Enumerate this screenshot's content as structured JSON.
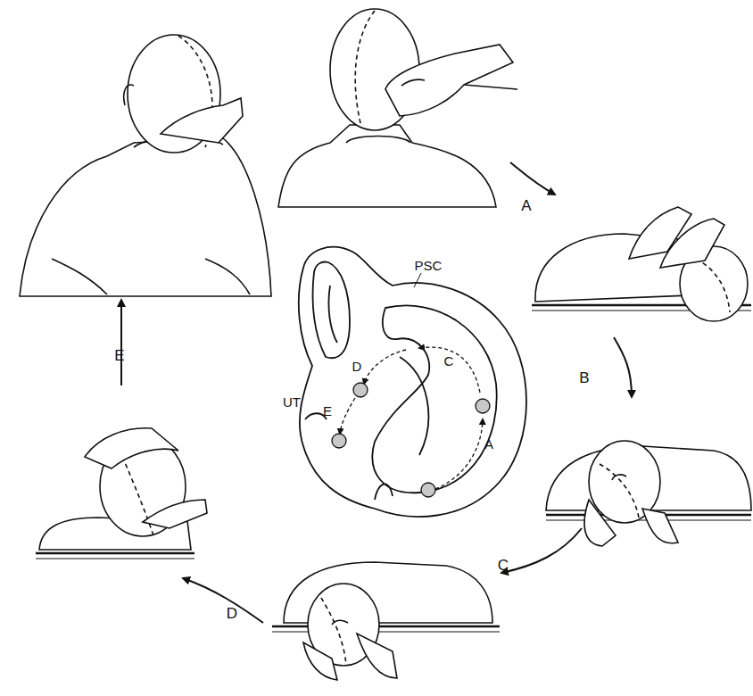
{
  "diagram": {
    "labels": [
      "A",
      "B",
      "C",
      "D",
      "E",
      "PSC",
      "D",
      "C",
      "UT",
      "E",
      "A"
    ]
  }
}
